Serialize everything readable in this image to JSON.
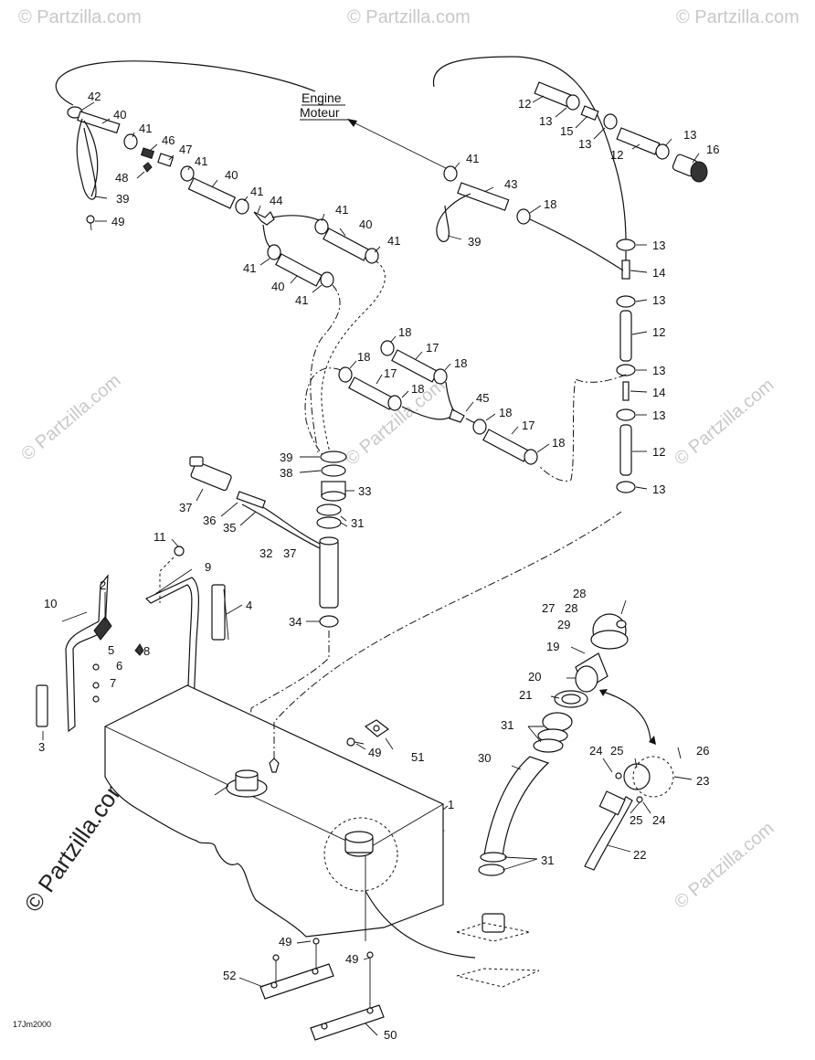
{
  "engine_label": {
    "line1": "Engine",
    "line2": "Moteur"
  },
  "diagram_code": "17Jm2000",
  "watermark": {
    "text": "© Partzilla.com",
    "color": "#c8c8c8"
  },
  "callouts": [
    "1",
    "2",
    "3",
    "4",
    "5",
    "6",
    "7",
    "8",
    "9",
    "10",
    "11",
    "12",
    "13",
    "14",
    "15",
    "16",
    "17",
    "18",
    "19",
    "20",
    "21",
    "22",
    "23",
    "24",
    "25",
    "26",
    "27",
    "28",
    "29",
    "30",
    "31",
    "32",
    "33",
    "34",
    "35",
    "36",
    "37",
    "38",
    "39",
    "40",
    "41",
    "42",
    "43",
    "44",
    "45",
    "46",
    "47",
    "48",
    "49",
    "50",
    "51",
    "52"
  ]
}
